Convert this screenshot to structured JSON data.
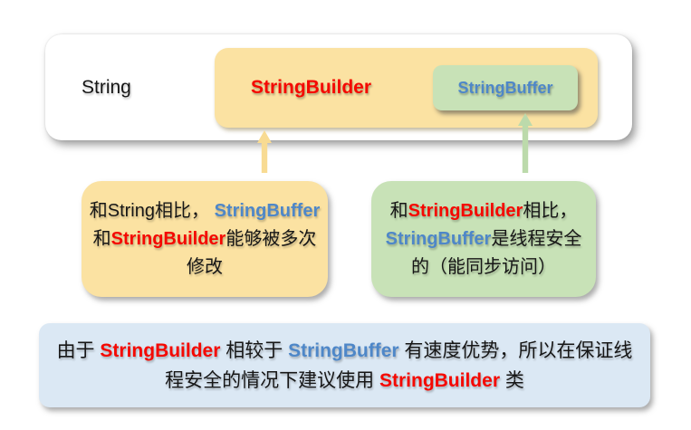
{
  "colors": {
    "bg": "#ffffff",
    "ink": "#161616",
    "red": "#f50800",
    "blue": "#4e87c8",
    "yellow": "#fbe2a2",
    "green": "#c8e2b7",
    "lightblue": "#dbe8f4",
    "arrow-yellow": "#f8db93",
    "arrow-green": "#bcdaab"
  },
  "top": {
    "string_label": "String",
    "stringbuilder_label": "StringBuilder",
    "stringbuffer_label": "StringBuffer"
  },
  "left_note": {
    "lines": [
      [
        {
          "t": "和String相比， ",
          "c": "black"
        },
        {
          "t": "StringBuffer",
          "c": "blue"
        }
      ],
      [
        {
          "t": "和",
          "c": "black"
        },
        {
          "t": "StringBuilder",
          "c": "red"
        },
        {
          "t": "能够被多次",
          "c": "black"
        }
      ],
      [
        {
          "t": "修改",
          "c": "black"
        }
      ]
    ]
  },
  "right_note": {
    "lines": [
      [
        {
          "t": "和",
          "c": "black"
        },
        {
          "t": "StringBuilder",
          "c": "red"
        },
        {
          "t": "相比，",
          "c": "black"
        }
      ],
      [
        {
          "t": "StringBuffer",
          "c": "blue"
        },
        {
          "t": "是线程安全",
          "c": "black"
        }
      ],
      [
        {
          "t": "的（能同步访问）",
          "c": "black"
        }
      ]
    ]
  },
  "bottom_note": {
    "lines": [
      [
        {
          "t": "由于 ",
          "c": "black"
        },
        {
          "t": "StringBuilder",
          "c": "red"
        },
        {
          "t": " 相较于 ",
          "c": "black"
        },
        {
          "t": "StringBuffer",
          "c": "blue"
        },
        {
          "t": " 有速度优势，所以在保证线",
          "c": "black"
        }
      ],
      [
        {
          "t": "程安全的情况下建议使用 ",
          "c": "black"
        },
        {
          "t": "StringBuilder",
          "c": "red"
        },
        {
          "t": " 类",
          "c": "black"
        }
      ]
    ]
  }
}
